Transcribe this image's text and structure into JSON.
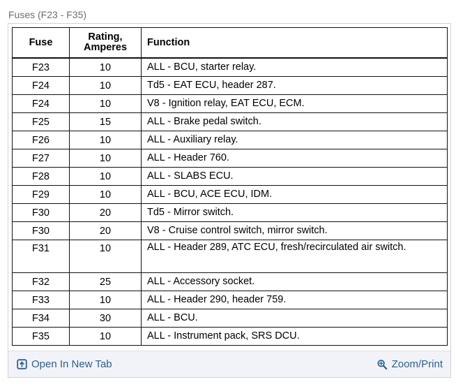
{
  "caption": "Fuses (F23 - F35)",
  "colors": {
    "caption_text": "#6e6e6e",
    "link_blue": "#2c6095",
    "footer_bg": "#f1f3f8",
    "panel_border": "#d2d2d2",
    "table_border": "#111111"
  },
  "table": {
    "columns": [
      {
        "key": "fuse",
        "label": "Fuse"
      },
      {
        "key": "rating",
        "label": "Rating,\nAmperes",
        "label_line1": "Rating,",
        "label_line2": "Amperes"
      },
      {
        "key": "function",
        "label": "Function"
      }
    ],
    "rows": [
      {
        "fuse": "F23",
        "rating": "10",
        "function": "ALL - BCU, starter relay."
      },
      {
        "fuse": "F24",
        "rating": "10",
        "function": "Td5 - EAT ECU, header 287."
      },
      {
        "fuse": "F24",
        "rating": "10",
        "function": "V8 - Ignition relay, EAT ECU, ECM."
      },
      {
        "fuse": "F25",
        "rating": "15",
        "function": "ALL - Brake pedal switch."
      },
      {
        "fuse": "F26",
        "rating": "10",
        "function": "ALL - Auxiliary relay."
      },
      {
        "fuse": "F27",
        "rating": "10",
        "function": "ALL - Header 760."
      },
      {
        "fuse": "F28",
        "rating": "10",
        "function": "ALL - SLABS ECU."
      },
      {
        "fuse": "F29",
        "rating": "10",
        "function": "ALL - BCU, ACE ECU, IDM."
      },
      {
        "fuse": "F30",
        "rating": "20",
        "function": "Td5 - Mirror switch."
      },
      {
        "fuse": "F30",
        "rating": "20",
        "function": "V8 - Cruise control switch, mirror switch."
      },
      {
        "fuse": "F31",
        "rating": "10",
        "function": "ALL - Header 289, ATC ECU, fresh/recirculated air switch.",
        "tall": true
      },
      {
        "fuse": "F32",
        "rating": "25",
        "function": "ALL - Accessory socket."
      },
      {
        "fuse": "F33",
        "rating": "10",
        "function": "ALL - Header 290, header 759."
      },
      {
        "fuse": "F34",
        "rating": "30",
        "function": "ALL - BCU."
      },
      {
        "fuse": "F35",
        "rating": "10",
        "function": "ALL - Instrument pack, SRS DCU."
      }
    ]
  },
  "footer": {
    "open_new_tab": {
      "label": "Open In New Tab",
      "icon": "new-tab-icon"
    },
    "zoom_print": {
      "label": "Zoom/Print",
      "icon": "magnifier-plus-icon"
    }
  }
}
